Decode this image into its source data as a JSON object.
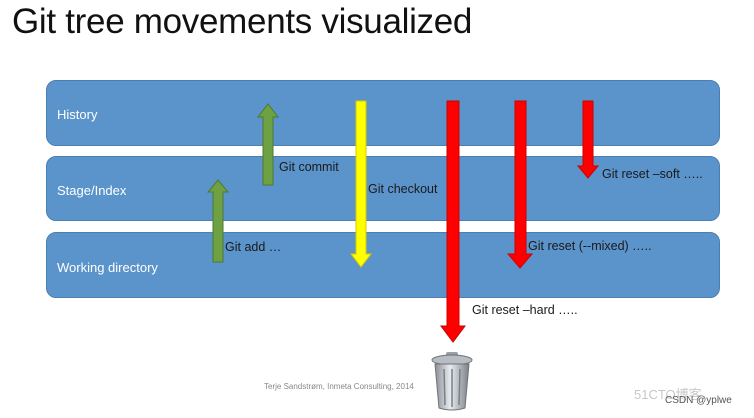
{
  "title": "Git tree movements visualized",
  "bands": [
    {
      "label": "History"
    },
    {
      "label": "Stage/Index"
    },
    {
      "label": "Working directory"
    }
  ],
  "commands": {
    "git_add": "Git add …",
    "git_commit": "Git commit",
    "git_checkout": "Git checkout",
    "git_reset_hard": "Git reset –hard …..",
    "git_reset_mixed": "Git reset (--mixed) …..",
    "git_reset_soft": "Git reset –soft ….."
  },
  "credit": "Terje Sandstrøm, Inmeta Consulting, 2014",
  "watermark": "CSDN @yplwe",
  "watermark_logo": "51CTO博客",
  "colors": {
    "band": "#5b93cb",
    "up_arrow": "#6ea044",
    "checkout_arrow": "#ffff00",
    "reset_arrow": "#ff0000"
  },
  "icons": {
    "trash": "trash-can-icon"
  }
}
